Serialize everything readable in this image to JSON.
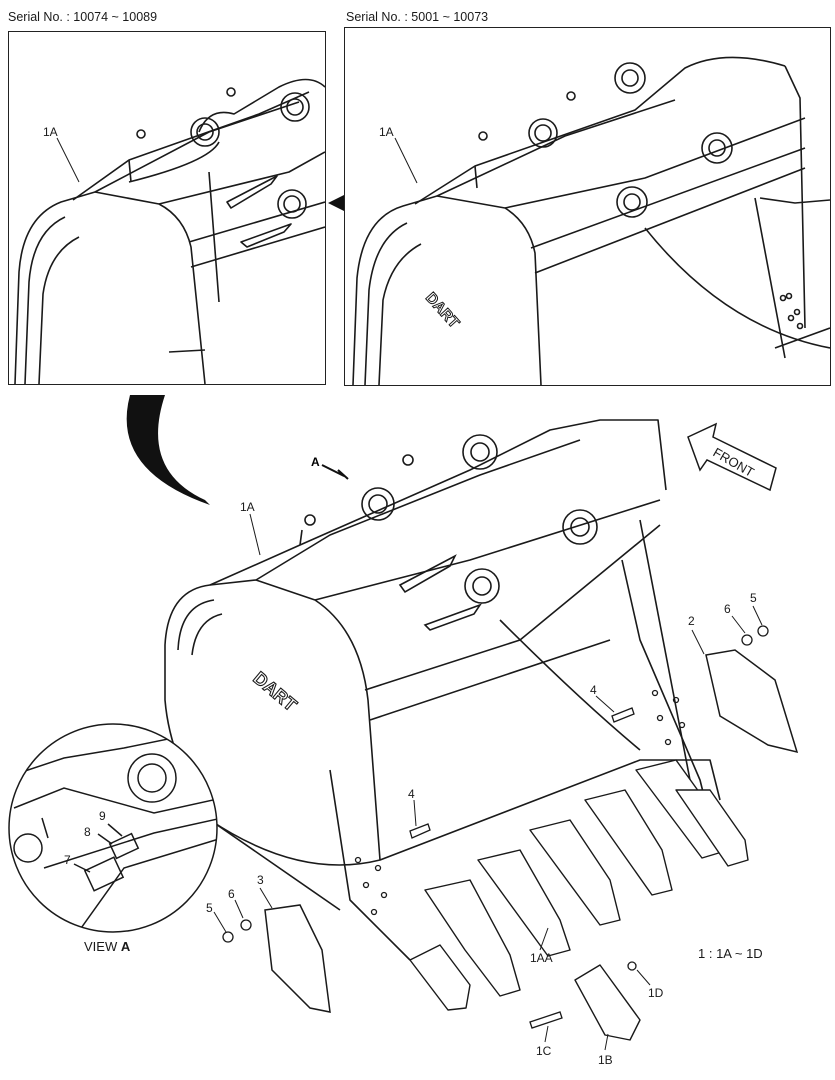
{
  "headers": {
    "left_serial": "Serial No. : 10074 ~ 10089",
    "right_serial": "Serial No. : 5001 ~ 10073"
  },
  "top_left_panel": {
    "callout": "1A"
  },
  "top_right_panel": {
    "callout": "1A",
    "logo": "DART"
  },
  "main": {
    "view_marker": "A",
    "front_label": "FRONT",
    "bucket_logo": "DART",
    "callouts": {
      "bucket": "1A",
      "side_cutter_right": "2",
      "side_cutter_left": "3",
      "bolt_right": "4",
      "bolt_left": "4",
      "nut_right": "5",
      "nut_left": "5",
      "washer_right": "6",
      "washer_left": "6",
      "adapter": "1AA",
      "tooth": "1B",
      "pin": "1C",
      "lock": "1D"
    },
    "ratio_note": "1 : 1A ~ 1D"
  },
  "view_a": {
    "label_prefix": "VIEW ",
    "label_letter": "A",
    "callouts": {
      "plate_7": "7",
      "plate_8": "8",
      "plate_9": "9"
    }
  }
}
